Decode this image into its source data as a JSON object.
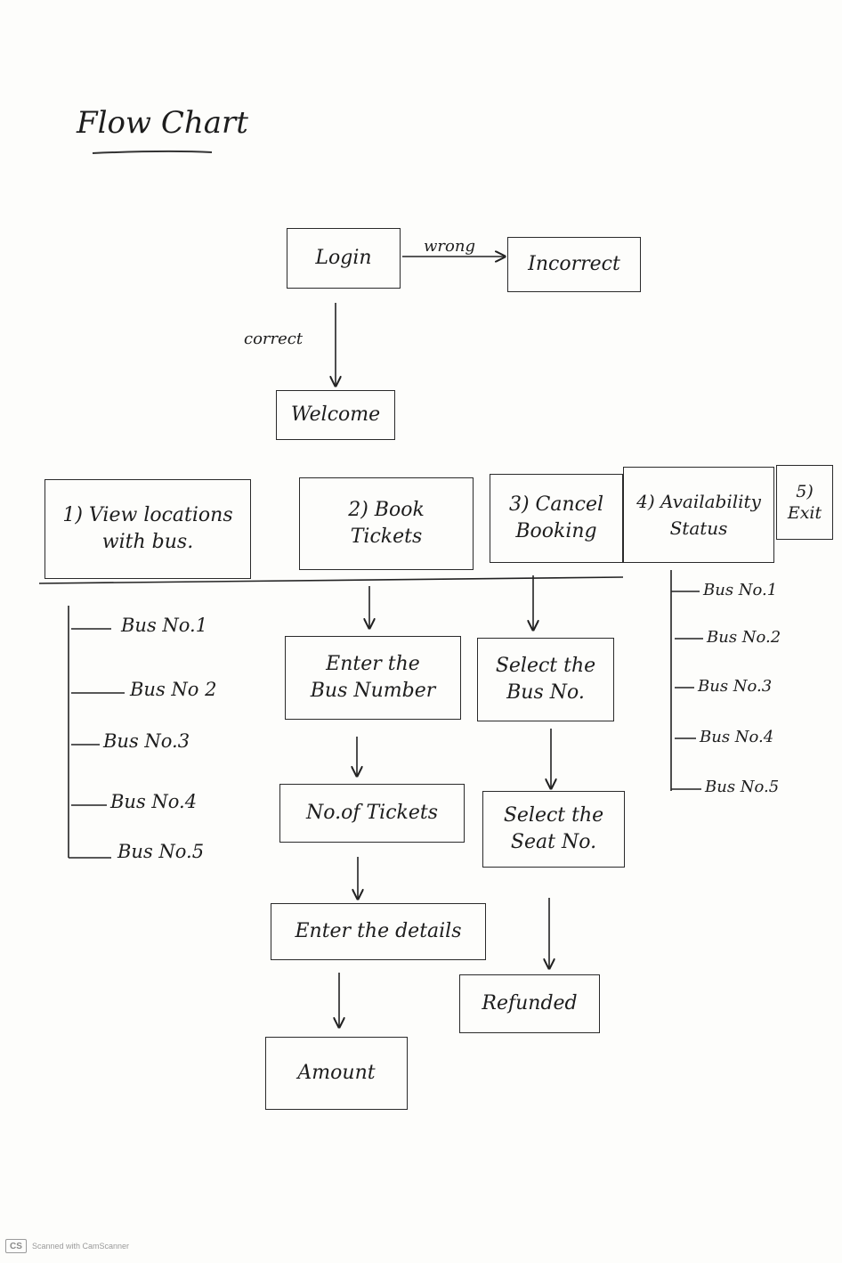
{
  "title": "Flow Chart",
  "nodes": {
    "login": "Login",
    "incorrect": "Incorrect",
    "welcome": "Welcome",
    "view_locations_line1": "1) View locations",
    "view_locations_line2": "with bus.",
    "book_line1": "2) Book",
    "book_line2": "Tickets",
    "cancel_line1": "3) Cancel",
    "cancel_line2": "Booking",
    "availability_line1": "4) Availability",
    "availability_line2": "Status",
    "exit_num": "5)",
    "exit": "Exit",
    "enter_bus_line1": "Enter the",
    "enter_bus_line2": "Bus Number",
    "no_of_tickets": "No.of Tickets",
    "enter_details": "Enter the details",
    "amount": "Amount",
    "select_bus_line1": "Select the",
    "select_bus_line2": "Bus No.",
    "select_seat_line1": "Select the",
    "select_seat_line2": "Seat No.",
    "refunded": "Refunded"
  },
  "edge_labels": {
    "wrong": "wrong",
    "correct": "correct"
  },
  "left_bus_list": [
    "Bus No.1",
    "Bus No 2",
    "Bus No.3",
    "Bus No.4",
    "Bus No.5"
  ],
  "right_bus_list": [
    "Bus No.1",
    "Bus No.2",
    "Bus No.3",
    "Bus No.4",
    "Bus No.5"
  ],
  "watermark": "Scanned with CamScanner",
  "watermark_logo": "CS"
}
